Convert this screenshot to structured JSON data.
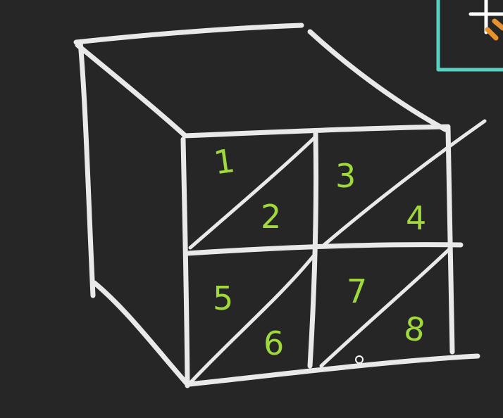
{
  "colors": {
    "background": "#262626",
    "chalk_line": "#e9e9e9",
    "digit_green": "#9fd93b",
    "teal_frame": "#58d0c3",
    "orange_mark": "#e8912f",
    "cursor": "#ffffff"
  },
  "cells": [
    {
      "label": "1"
    },
    {
      "label": "2"
    },
    {
      "label": "3"
    },
    {
      "label": "4"
    },
    {
      "label": "5"
    },
    {
      "label": "6"
    },
    {
      "label": "7"
    },
    {
      "label": "8"
    }
  ],
  "corner_widget": {
    "icon": "partial-thumbnail-frame"
  },
  "pointer": {
    "icon": "cursor-dot-icon"
  }
}
